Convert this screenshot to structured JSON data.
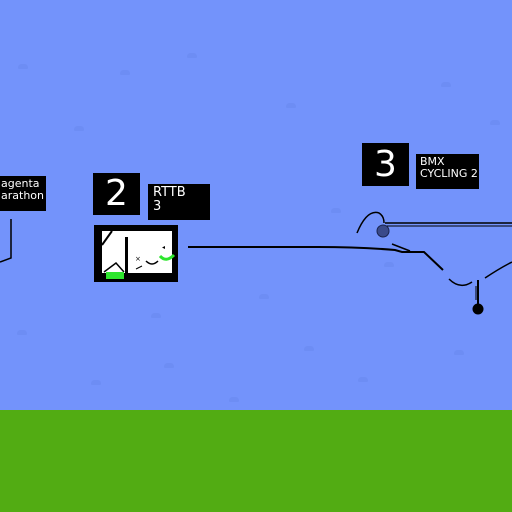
{
  "levels": [
    {
      "title_line1": "agenta",
      "title_line2": "arathon"
    },
    {
      "number": "2",
      "title_line1": "RTTB",
      "title_line2": "3"
    },
    {
      "number": "3",
      "title_line1": "BMX",
      "title_line2": "CYCLING 2"
    }
  ],
  "colors": {
    "sky": "#7393fb",
    "ground": "#52ac13",
    "panel": "#000000",
    "text": "#ffffff",
    "thumb_accent": "#2ee62e"
  }
}
